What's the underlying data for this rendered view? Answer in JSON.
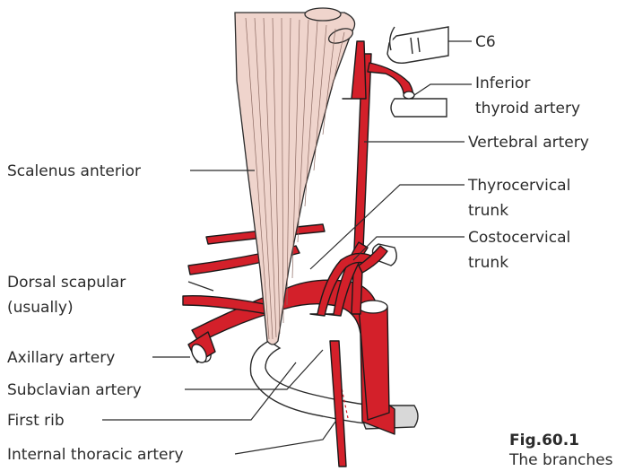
{
  "labels": {
    "c6": "C6",
    "inferior_thyroid_1": "Inferior",
    "inferior_thyroid_2": "thyroid artery",
    "vertebral": "Vertebral artery",
    "thyrocervical_1": "Thyrocervical",
    "thyrocervical_2": "trunk",
    "costocervical_1": "Costocervical",
    "costocervical_2": "trunk",
    "scalenus": "Scalenus anterior",
    "dorsal_1": "Dorsal scapular",
    "dorsal_2": "(usually)",
    "axillary": "Axillary artery",
    "subclavian": "Subclavian artery",
    "first_rib": "First rib",
    "internal_thoracic": "Internal thoracic artery"
  },
  "caption": {
    "figure_number": "Fig.60.1",
    "text": "The branches"
  },
  "colors": {
    "artery": "#d3202a",
    "muscle": "#efd4cc",
    "cartilage": "#d8d8d8"
  }
}
